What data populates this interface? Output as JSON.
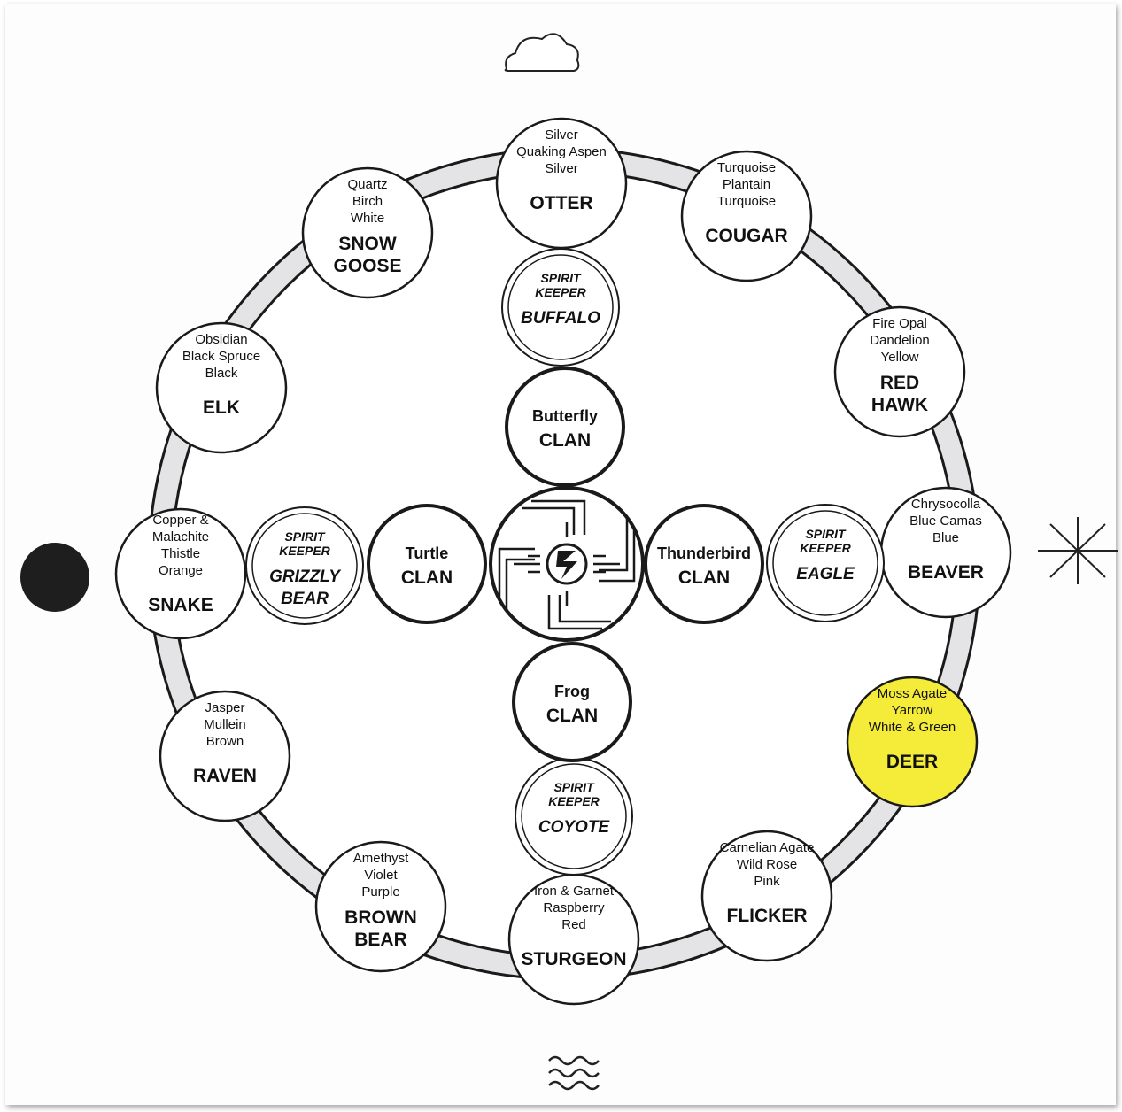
{
  "colors": {
    "ring_fill": "#e4e4e6",
    "stroke": "#1a1a1a",
    "highlight": "#f5ec3a",
    "moon": "#1e1e1e"
  },
  "directions": {
    "north_icon": "cloud-icon",
    "south_icon": "water-waves-icon",
    "east_icon": "star-burst-icon",
    "west_icon": "dark-moon-icon"
  },
  "moons": [
    {
      "id": "otter",
      "lines": [
        "Silver",
        "Quaking Aspen",
        "Silver"
      ],
      "name": [
        "OTTER"
      ],
      "highlight": false
    },
    {
      "id": "cougar",
      "lines": [
        "Turquoise",
        "Plantain",
        "Turquoise"
      ],
      "name": [
        "COUGAR"
      ],
      "highlight": false
    },
    {
      "id": "red-hawk",
      "lines": [
        "Fire Opal",
        "Dandelion",
        "Yellow"
      ],
      "name": [
        "RED",
        "HAWK"
      ],
      "highlight": false
    },
    {
      "id": "beaver",
      "lines": [
        "Chrysocolla",
        "Blue Camas",
        "Blue"
      ],
      "name": [
        "BEAVER"
      ],
      "highlight": false
    },
    {
      "id": "deer",
      "lines": [
        "Moss Agate",
        "Yarrow",
        "White & Green"
      ],
      "name": [
        "DEER"
      ],
      "highlight": true
    },
    {
      "id": "flicker",
      "lines": [
        "Carnelian Agate",
        "Wild Rose",
        "Pink"
      ],
      "name": [
        "FLICKER"
      ],
      "highlight": false
    },
    {
      "id": "sturgeon",
      "lines": [
        "Iron & Garnet",
        "Raspberry",
        "Red"
      ],
      "name": [
        "STURGEON"
      ],
      "highlight": false
    },
    {
      "id": "brown-bear",
      "lines": [
        "Amethyst",
        "Violet",
        "Purple"
      ],
      "name": [
        "BROWN",
        "BEAR"
      ],
      "highlight": false
    },
    {
      "id": "raven",
      "lines": [
        "Jasper",
        "Mullein",
        "Brown"
      ],
      "name": [
        "RAVEN"
      ],
      "highlight": false
    },
    {
      "id": "snake",
      "lines": [
        "Copper &",
        "Malachite",
        "Thistle",
        "Orange"
      ],
      "name": [
        "SNAKE"
      ],
      "highlight": false
    },
    {
      "id": "elk",
      "lines": [
        "Obsidian",
        "Black Spruce",
        "Black"
      ],
      "name": [
        "ELK"
      ],
      "highlight": false
    },
    {
      "id": "snow-goose",
      "lines": [
        "Quartz",
        "Birch",
        "White"
      ],
      "name": [
        "SNOW",
        "GOOSE"
      ],
      "highlight": false
    }
  ],
  "spirit_keepers": [
    {
      "id": "buffalo",
      "label": [
        "SPIRIT",
        "KEEPER"
      ],
      "name": [
        "BUFFALO"
      ]
    },
    {
      "id": "eagle",
      "label": [
        "SPIRIT",
        "KEEPER"
      ],
      "name": [
        "EAGLE"
      ]
    },
    {
      "id": "coyote",
      "label": [
        "SPIRIT",
        "KEEPER"
      ],
      "name": [
        "COYOTE"
      ]
    },
    {
      "id": "grizzly-bear",
      "label": [
        "SPIRIT",
        "KEEPER"
      ],
      "name": [
        "GRIZZLY",
        "BEAR"
      ]
    }
  ],
  "clans": [
    {
      "id": "butterfly",
      "name": "Butterfly",
      "suffix": "CLAN"
    },
    {
      "id": "thunderbird",
      "name": "Thunderbird",
      "suffix": "CLAN"
    },
    {
      "id": "frog",
      "name": "Frog",
      "suffix": "CLAN"
    },
    {
      "id": "turtle",
      "name": "Turtle",
      "suffix": "CLAN"
    }
  ],
  "center_icon": "creator-sun-lightning-icon"
}
